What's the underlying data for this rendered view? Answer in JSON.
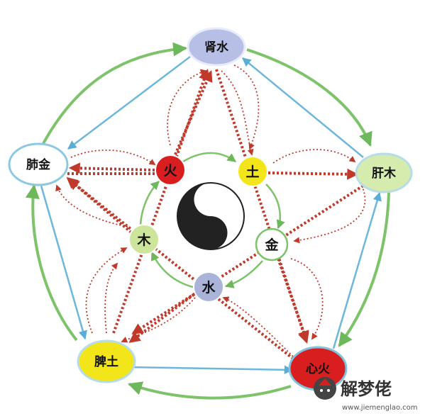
{
  "organs": {
    "kidney": "肾水",
    "liver": "肝木",
    "heart": "心火",
    "spleen": "脾土",
    "lung": "肺金"
  },
  "elements": {
    "fire": "火",
    "earth": "土",
    "metal": "金",
    "water": "水",
    "wood": "木"
  },
  "watermark": {
    "title": "解梦佬",
    "url": "www.jiemenglao.com"
  },
  "colors": {
    "generating_arrow": "#7dc36a",
    "lung_to_spleen_arrow": "#6db6dc",
    "controlling_arrow": "#c0392b",
    "fire_node": "#d81e1e",
    "earth_node": "#f2e51a",
    "metal_node": "#ffffff",
    "water_node": "#a9b4d8",
    "wood_node": "#cde59a",
    "kidney_node": "#b8bfe6",
    "liver_node": "#d6ecae",
    "heart_node": "#d81e1e",
    "spleen_node": "#f2e51a",
    "lung_node": "#ffffff"
  }
}
